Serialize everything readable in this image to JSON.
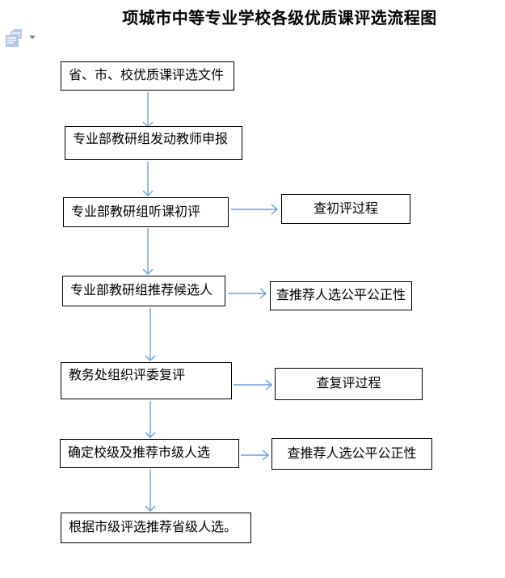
{
  "page": {
    "title": "项城市中等专业学校各级优质课评选流程图"
  },
  "colors": {
    "connector_blue": "#69A1DB",
    "box_border": "#000000",
    "paste_icon_blue": "#B3C7E6",
    "dropdown_gray": "#808080"
  },
  "flowchart": {
    "main_nodes": [
      {
        "label": "省、市、校优质课评选文件"
      },
      {
        "label": "专业部教研组发动教师申报"
      },
      {
        "label": "专业部教研组听课初评"
      },
      {
        "label": "专业部教研组推荐候选人"
      },
      {
        "label": "教务处组织评委复评"
      },
      {
        "label": "确定校级及推荐市级人选"
      },
      {
        "label": "根据市级评选推荐省级人选。"
      }
    ],
    "side_nodes": [
      {
        "label": "查初评过程"
      },
      {
        "label": "查推荐人选公平公正性"
      },
      {
        "label": "查复评过程"
      },
      {
        "label": "查推荐人选公平公正性"
      }
    ]
  }
}
